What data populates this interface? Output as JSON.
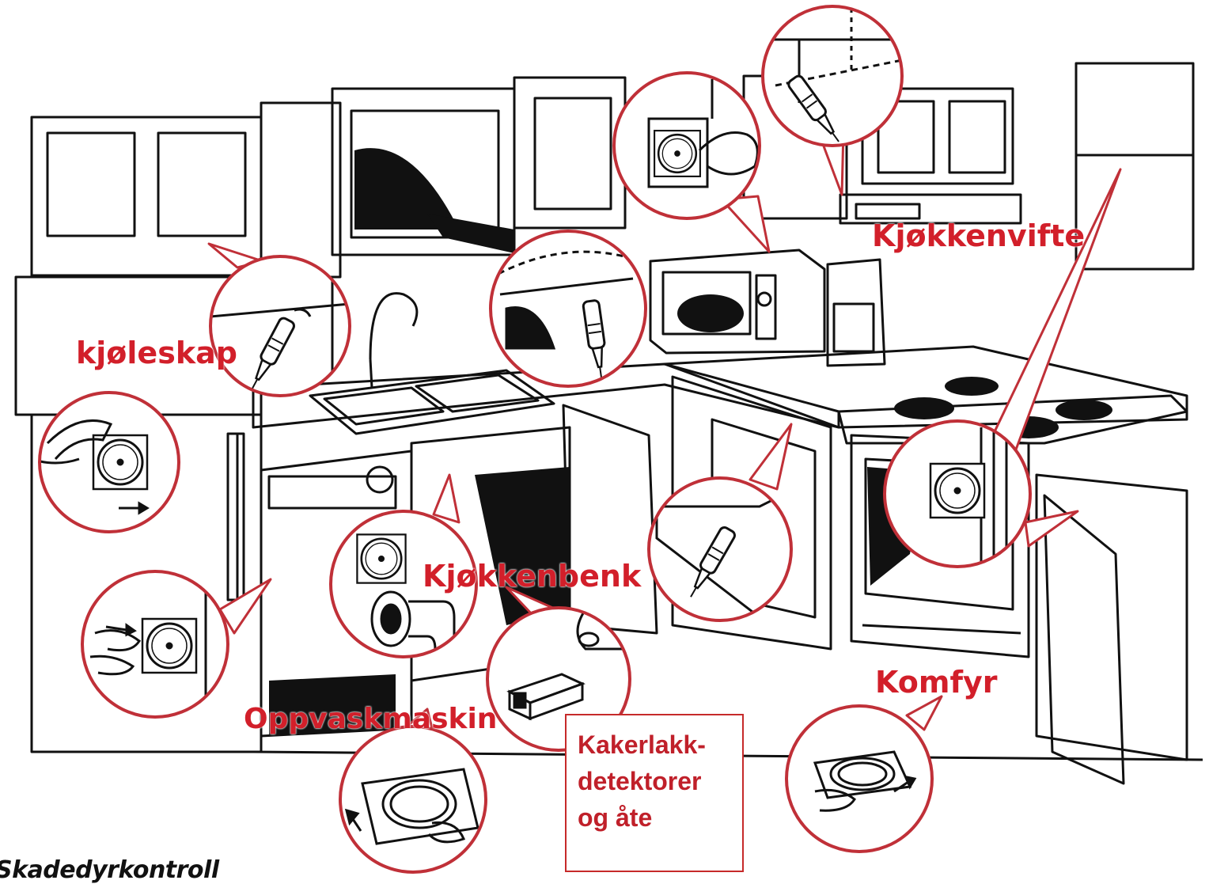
{
  "labels": {
    "refrigerator": "kjøleskap",
    "range_hood": "Kjøkkenvifte",
    "kitchen_counter": "Kjøkkenbenk",
    "dishwasher": "Oppvaskmaskin",
    "stove": "Komfyr"
  },
  "detector_note": {
    "line1": "Kakerlakk-",
    "line2": "detektorer",
    "line3": "og åte"
  },
  "bottom_caption": "Skadedyrkontroll",
  "colors": {
    "label_red": "#d21f2a",
    "circle_red": "#c03038",
    "ink": "#111111",
    "paper": "#ffffff"
  },
  "icons": {
    "detector": "round-trap-disc",
    "bait": "bait-syringe"
  }
}
